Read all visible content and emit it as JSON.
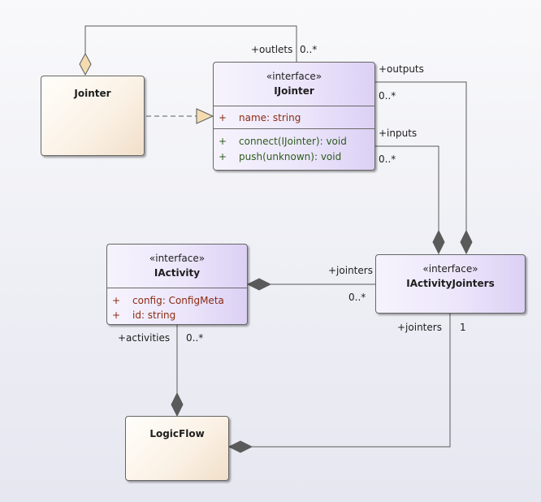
{
  "colors": {
    "connector": "#5a5a5a",
    "aggregation_fill": "#f4dcb0",
    "composition_fill": "#5a5a5a",
    "attribute_text": "#8a2b10",
    "operation_text": "#2d5b1c"
  },
  "classes": {
    "jointer": {
      "name": "Jointer"
    },
    "ijointer": {
      "stereotype": "«interface»",
      "name": "IJointer",
      "attributes": [
        {
          "visibility": "+",
          "text": "name: string"
        }
      ],
      "operations": [
        {
          "visibility": "+",
          "text": "connect(IJointer): void"
        },
        {
          "visibility": "+",
          "text": "push(unknown): void"
        }
      ]
    },
    "iactivity": {
      "stereotype": "«interface»",
      "name": "IActivity",
      "attributes": [
        {
          "visibility": "+",
          "text": "config: ConfigMeta"
        },
        {
          "visibility": "+",
          "text": "id: string"
        }
      ]
    },
    "iactivityjointers": {
      "stereotype": "«interface»",
      "name": "IActivityJointers"
    },
    "logicflow": {
      "name": "LogicFlow"
    }
  },
  "relations": {
    "outlets": {
      "role": "+outlets",
      "multiplicity": "0..*"
    },
    "outputs": {
      "role": "+outputs",
      "multiplicity": "0..*"
    },
    "inputs": {
      "role": "+inputs",
      "multiplicity": "0..*"
    },
    "activity_jointers": {
      "role": "+jointers",
      "multiplicity": "0..*"
    },
    "logicflow_jointers": {
      "role": "+jointers",
      "multiplicity": "1"
    },
    "activities": {
      "role": "+activities",
      "multiplicity": "0..*"
    }
  }
}
